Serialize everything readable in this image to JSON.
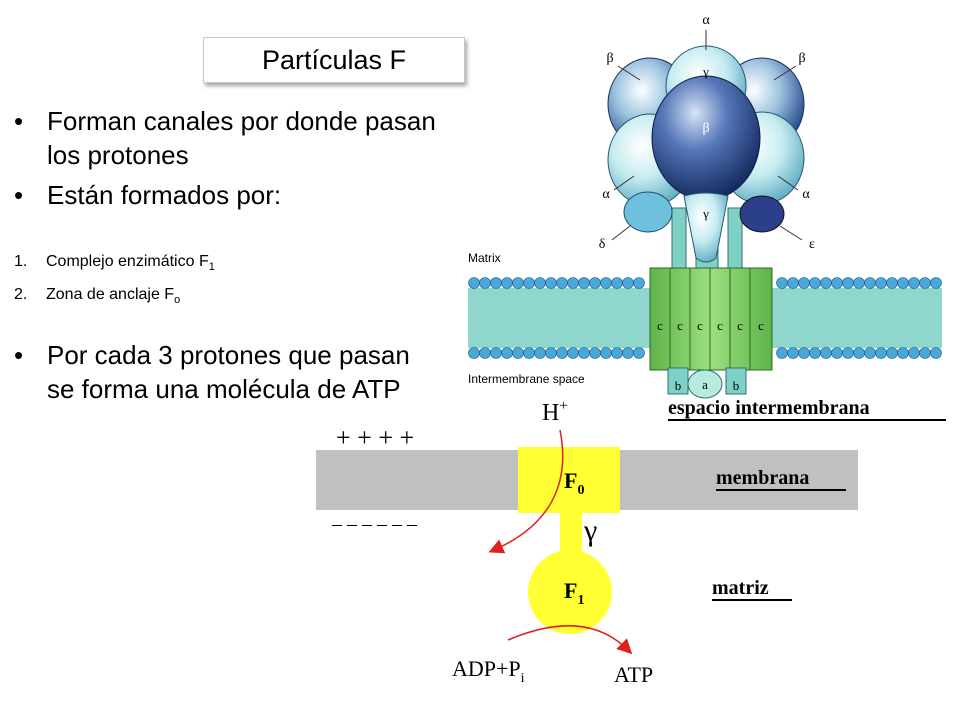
{
  "title": "Partículas F",
  "bullets_top": [
    {
      "text": "Forman canales por donde pasan los protones"
    },
    {
      "text": "Están formados por:"
    }
  ],
  "numbered": [
    {
      "num": "1.",
      "text": "Complejo enzimático F",
      "sub": "1"
    },
    {
      "num": "2.",
      "text": "Zona de anclaje F",
      "sub": "o"
    }
  ],
  "bullets_bottom": [
    {
      "text": "Por cada 3 protones que pasan se  forma una molécula de ATP"
    }
  ],
  "bullet_char": "•",
  "top_diagram": {
    "labels": {
      "alpha": "α",
      "beta": "β",
      "gamma": "γ",
      "delta": "δ",
      "epsilon": "ε",
      "matrix": "Matrix",
      "intermembrane": "Intermembrane space",
      "c": "c",
      "a": "a",
      "b": "b"
    }
  },
  "bottom_diagram": {
    "plus": "+  +  +  +",
    "minus": "– – – – – –",
    "h": "H",
    "h_sup": "+",
    "f0": "F",
    "f0_sub": "0",
    "f1": "F",
    "f1_sub": "1",
    "gamma": "γ",
    "espacio": "espacio intermembrana",
    "membrana": "membrana",
    "matriz": "matriz",
    "adp": "ADP+P",
    "adp_sub": "i",
    "atp": "ATP"
  },
  "colors": {
    "membrane_gray": "#c0c0c0",
    "complex_yellow": "#ffff33",
    "arrow_red": "#e0201c",
    "lipid_head": "#4aa8d8",
    "lipid_tail": "#7dd3c8",
    "c_ring": "#7ccc5c"
  }
}
